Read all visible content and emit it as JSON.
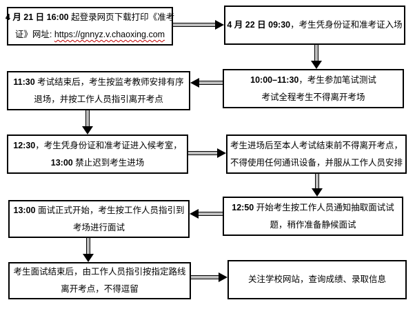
{
  "colors": {
    "background": "#ffffff",
    "box_border": "#000000",
    "text": "#000000",
    "arrow_shaft_fill": "#bdbdbd",
    "arrow_head": "#000000",
    "url_wavy_underline": "#c00000"
  },
  "boxes": [
    {
      "name": "download-admission-ticket",
      "lines": [
        {
          "bold": "4 月 21 日 16:00",
          "text": " 起登录网页下载打印《准考"
        },
        {
          "text": "证》网址: ",
          "url": "https://gnnyz.v.chaoxing.com"
        }
      ]
    },
    {
      "name": "entry-with-id",
      "lines": [
        {
          "bold": "4 月 22 日 09:30",
          "text": "，考生凭身份证和准考证入场"
        }
      ]
    },
    {
      "name": "written-test",
      "lines": [
        {
          "bold": "10:00–11:30",
          "text": "，考生参加笔试测试"
        },
        {
          "text": "考试全程考生不得离开考场"
        }
      ]
    },
    {
      "name": "exit-after-written-test",
      "lines": [
        {
          "bold": "11:30",
          "text": " 考试结束后，考生按监考教师安排有序"
        },
        {
          "text": "退场，并按工作人员指引离开考点"
        }
      ]
    },
    {
      "name": "enter-waiting-room",
      "lines": [
        {
          "bold": "12:30",
          "text": "，考生凭身份证和准考证进入候考室，"
        },
        {
          "bold": "13:00",
          "text": " 禁止迟到考生进场"
        }
      ]
    },
    {
      "name": "interview-rules",
      "lines": [
        {
          "text": "考生进场后至本人考试结束前不得离开考点，"
        },
        {
          "text": "不得使用任何通讯设备，并服从工作人员安排"
        }
      ]
    },
    {
      "name": "draw-interview-question",
      "lines": [
        {
          "bold": "12:50",
          "text": " 开始考生按工作人员通知抽取面试试"
        },
        {
          "text": "题，稍作准备静候面试"
        }
      ]
    },
    {
      "name": "interview-start",
      "lines": [
        {
          "bold": "13:00",
          "text": " 面试正式开始，考生按工作人员指引到"
        },
        {
          "text": "考场进行面试"
        }
      ]
    },
    {
      "name": "leave-after-interview",
      "lines": [
        {
          "text": "考生面试结束后，由工作人员指引按指定路线"
        },
        {
          "text": "离开考点，不得逗留"
        }
      ]
    },
    {
      "name": "check-school-website",
      "lines": [
        {
          "text": "关注学校网站，查询成绩、录取信息"
        }
      ]
    }
  ],
  "arrows": [
    {
      "from": "download-admission-ticket",
      "to": "entry-with-id",
      "direction": "right"
    },
    {
      "from": "entry-with-id",
      "to": "written-test",
      "direction": "down"
    },
    {
      "from": "written-test",
      "to": "exit-after-written-test",
      "direction": "left"
    },
    {
      "from": "exit-after-written-test",
      "to": "enter-waiting-room",
      "direction": "down"
    },
    {
      "from": "enter-waiting-room",
      "to": "interview-rules",
      "direction": "right"
    },
    {
      "from": "interview-rules",
      "to": "draw-interview-question",
      "direction": "down"
    },
    {
      "from": "draw-interview-question",
      "to": "interview-start",
      "direction": "left"
    },
    {
      "from": "interview-start",
      "to": "leave-after-interview",
      "direction": "down"
    },
    {
      "from": "leave-after-interview",
      "to": "check-school-website",
      "direction": "right"
    }
  ]
}
